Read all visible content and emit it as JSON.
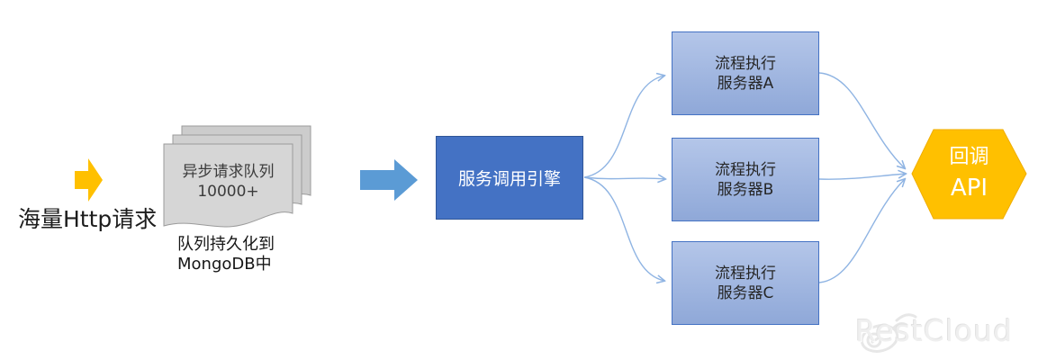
{
  "diagram": {
    "source": {
      "label": "海量Http请求"
    },
    "queue_document": {
      "line1": "异步请求队列",
      "line2": "10000+",
      "caption_line1": "队列持久化到",
      "caption_line2": "MongoDB中"
    },
    "engine": {
      "label": "服务调用引擎"
    },
    "servers": [
      {
        "line1": "流程执行",
        "line2": "服务器A"
      },
      {
        "line1": "流程执行",
        "line2": "服务器B"
      },
      {
        "line1": "流程执行",
        "line2": "服务器C"
      }
    ],
    "callback": {
      "line1": "回调",
      "line2": "API"
    },
    "watermark": {
      "brand": "RestCloud"
    },
    "icons": {
      "input_arrow": "yellow-block-arrow-icon",
      "transfer_arrow": "blue-block-arrow-icon",
      "watermark_logo": "weibo-logo-icon"
    },
    "colors": {
      "flow_arrow_yellow": "#FFC000",
      "flow_arrow_blue": "#5B9BD5",
      "engine_fill": "#4472C4",
      "engine_border": "#2F5597",
      "server_fill_top": "#B4C6E9",
      "server_fill_bottom": "#8FA8D8",
      "server_border": "#4472C4",
      "hexagon_fill": "#FFC000",
      "hexagon_border": "#F0AD00",
      "connector_line": "#8FB4E3",
      "document_fill": "#D5D5D5",
      "document_border": "#9B9B9B"
    }
  }
}
